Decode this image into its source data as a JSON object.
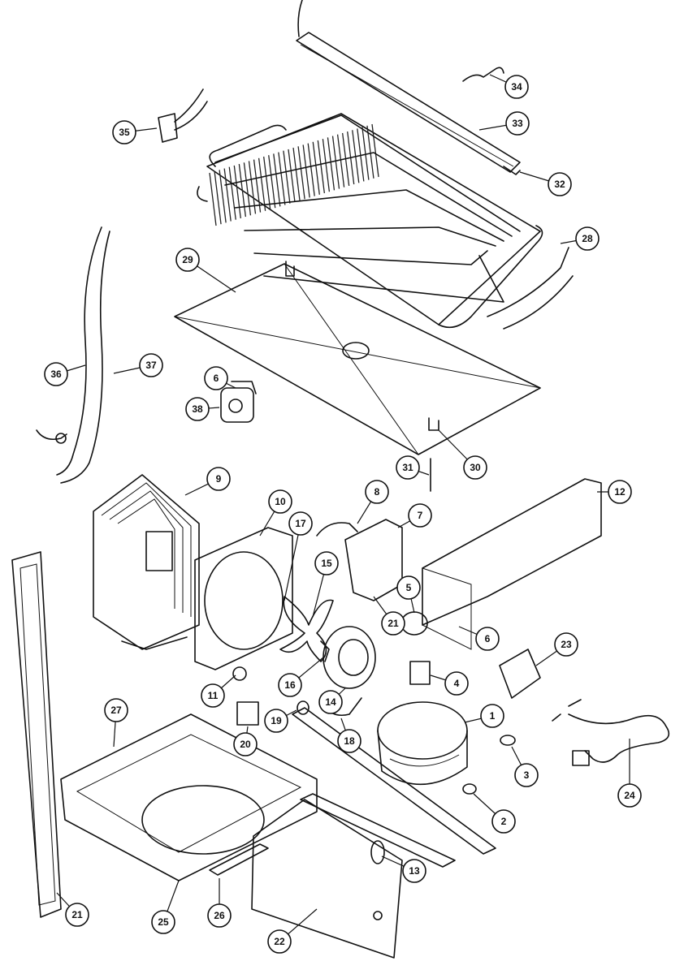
{
  "callouts": [
    "1",
    "2",
    "3",
    "4",
    "5",
    "6",
    "6",
    "7",
    "8",
    "9",
    "10",
    "11",
    "12",
    "13",
    "14",
    "15",
    "16",
    "17",
    "18",
    "19",
    "20",
    "21",
    "21",
    "22",
    "23",
    "24",
    "25",
    "26",
    "27",
    "28",
    "29",
    "30",
    "31",
    "32",
    "33",
    "34",
    "35",
    "36",
    "37",
    "38"
  ],
  "colors": {
    "ink": "#111111",
    "paper": "#ffffff"
  }
}
